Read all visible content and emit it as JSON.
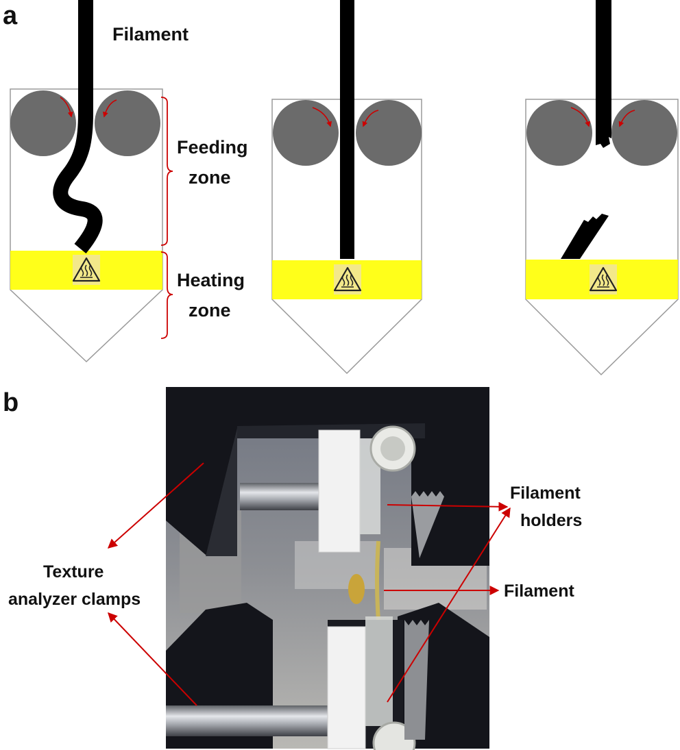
{
  "panel_a": {
    "letter": "a",
    "labels": {
      "filament": "Filament",
      "feeding_zone_line1": "Feeding",
      "feeding_zone_line2": "zone",
      "heating_zone_line1": "Heating",
      "heating_zone_line2": "zone"
    }
  },
  "panel_b": {
    "letter": "b",
    "labels": {
      "filament_holders_line1": "Filament",
      "filament_holders_line2": "holders",
      "filament": "Filament",
      "clamps_line1": "Texture",
      "clamps_line2": "analyzer clamps"
    }
  },
  "colors": {
    "roller": "#6b6b6b",
    "heater": "#ffff1a",
    "arrow": "#cc0000",
    "filament": "#000000",
    "outline": "#9a9a9a",
    "clamp": "#14151b",
    "photo_bg": "#3b3d42"
  }
}
